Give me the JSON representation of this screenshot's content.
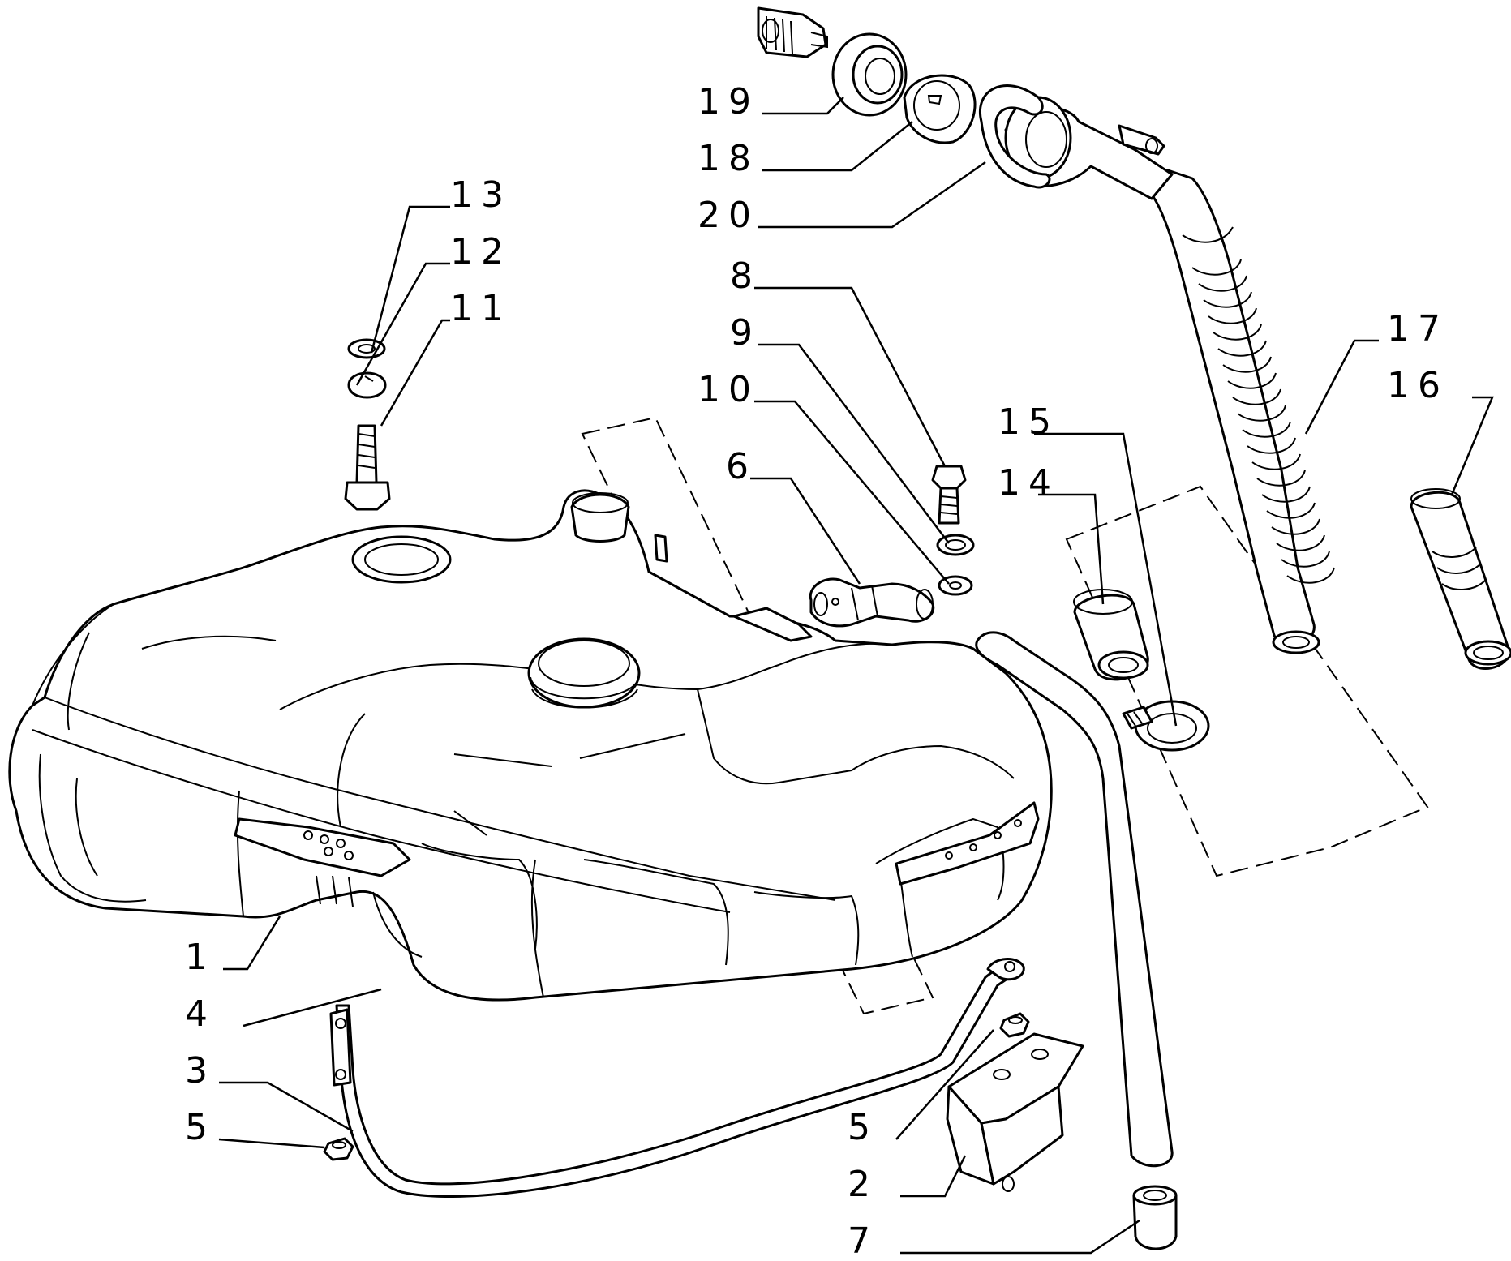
{
  "diagram": {
    "callouts": [
      {
        "id": "c1",
        "label": "1"
      },
      {
        "id": "c2",
        "label": "2"
      },
      {
        "id": "c3",
        "label": "3"
      },
      {
        "id": "c4",
        "label": "4"
      },
      {
        "id": "c5a",
        "label": "5"
      },
      {
        "id": "c5b",
        "label": "5"
      },
      {
        "id": "c6",
        "label": "6"
      },
      {
        "id": "c7",
        "label": "7"
      },
      {
        "id": "c8",
        "label": "8"
      },
      {
        "id": "c9",
        "label": "9"
      },
      {
        "id": "c10",
        "label": "10"
      },
      {
        "id": "c11",
        "label": "11"
      },
      {
        "id": "c12",
        "label": "12"
      },
      {
        "id": "c13",
        "label": "13"
      },
      {
        "id": "c14",
        "label": "14"
      },
      {
        "id": "c15",
        "label": "15"
      },
      {
        "id": "c16",
        "label": "16"
      },
      {
        "id": "c17",
        "label": "17"
      },
      {
        "id": "c18",
        "label": "18"
      },
      {
        "id": "c19",
        "label": "19"
      },
      {
        "id": "c20",
        "label": "20"
      }
    ]
  }
}
